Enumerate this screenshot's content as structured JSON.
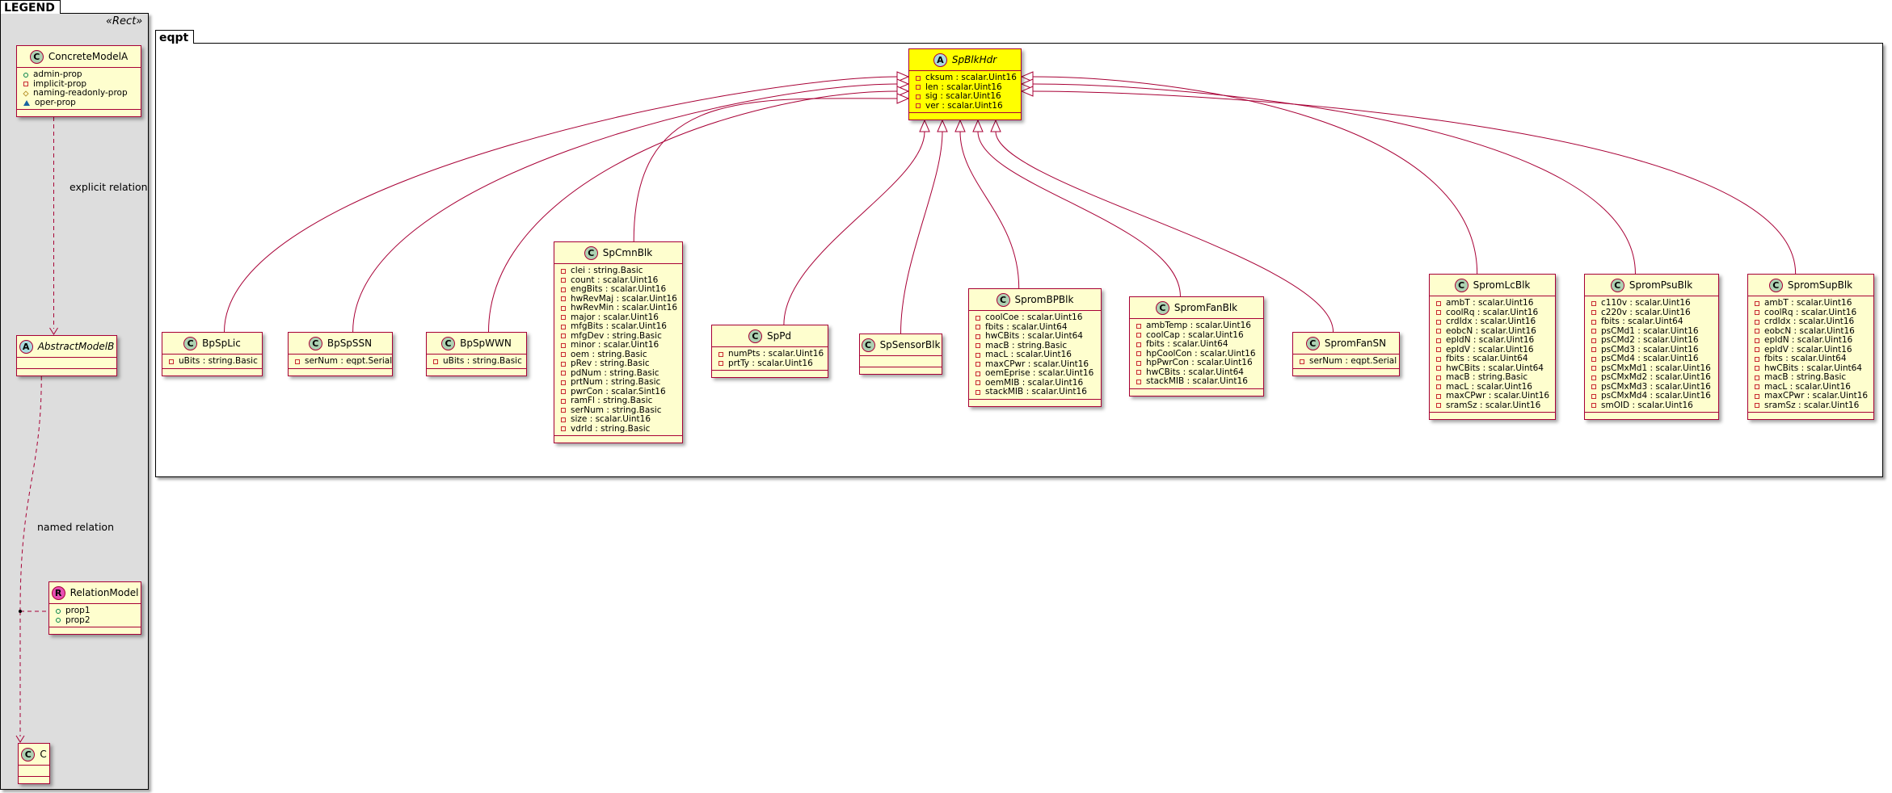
{
  "legend": {
    "title": "LEGEND",
    "stereotype": "«Rect»",
    "concrete": {
      "name": "ConcreteModelA",
      "kind": "C",
      "attrs": [
        {
          "vis": "pub",
          "text": "admin-prop"
        },
        {
          "vis": "priv",
          "text": "implicit-prop"
        },
        {
          "vis": "prot",
          "text": "naming-readonly-prop"
        },
        {
          "vis": "pkgv",
          "text": "oper-prop"
        }
      ]
    },
    "abstract": {
      "name": "AbstractModelB",
      "kind": "A",
      "attrs": []
    },
    "relation_model": {
      "name": "RelationModel",
      "kind": "R",
      "attrs": [
        {
          "vis": "pub",
          "text": "prop1"
        },
        {
          "vis": "pub",
          "text": "prop2"
        }
      ]
    },
    "c": {
      "name": "C",
      "kind": "C",
      "attrs": []
    },
    "explicit_relation": "explicit relation",
    "named_relation": "named relation"
  },
  "eqpt": {
    "title": "eqpt",
    "header": {
      "name": "SpBlkHdr",
      "kind": "A",
      "attrs": [
        "cksum : scalar.Uint16",
        "len : scalar.Uint16",
        "sig : scalar.Uint16",
        "ver : scalar.Uint16"
      ]
    },
    "classes": [
      {
        "name": "BpSpLic",
        "attrs": [
          "uBits : string.Basic"
        ]
      },
      {
        "name": "BpSpSSN",
        "attrs": [
          "serNum : eqpt.Serial"
        ]
      },
      {
        "name": "BpSpWWN",
        "attrs": [
          "uBits : string.Basic"
        ]
      },
      {
        "name": "SpCmnBlk",
        "attrs": [
          "clei : string.Basic",
          "count : scalar.Uint16",
          "engBits : scalar.Uint16",
          "hwRevMaj : scalar.Uint16",
          "hwRevMin : scalar.Uint16",
          "major : scalar.Uint16",
          "mfgBits : scalar.Uint16",
          "mfgDev : string.Basic",
          "minor : scalar.Uint16",
          "oem : string.Basic",
          "pRev : string.Basic",
          "pdNum : string.Basic",
          "prtNum : string.Basic",
          "pwrCon : scalar.Sint16",
          "ramFl : string.Basic",
          "serNum : string.Basic",
          "size : scalar.Uint16",
          "vdrId : string.Basic"
        ]
      },
      {
        "name": "SpPd",
        "attrs": [
          "numPts : scalar.Uint16",
          "prtTy : scalar.Uint16"
        ]
      },
      {
        "name": "SpSensorBlk",
        "attrs": []
      },
      {
        "name": "SpromBPBlk",
        "attrs": [
          "coolCoe : scalar.Uint16",
          "fbits : scalar.Uint64",
          "hwCBits : scalar.Uint64",
          "macB : string.Basic",
          "macL : scalar.Uint16",
          "maxCPwr : scalar.Uint16",
          "oemEprise : scalar.Uint16",
          "oemMIB : scalar.Uint16",
          "stackMIB : scalar.Uint16"
        ]
      },
      {
        "name": "SpromFanBlk",
        "attrs": [
          "ambTemp : scalar.Uint16",
          "coolCap : scalar.Uint16",
          "fbits : scalar.Uint64",
          "hpCoolCon : scalar.Uint16",
          "hpPwrCon : scalar.Uint16",
          "hwCBits : scalar.Uint64",
          "stackMIB : scalar.Uint16"
        ]
      },
      {
        "name": "SpromFanSN",
        "attrs": [
          "serNum : eqpt.Serial"
        ]
      },
      {
        "name": "SpromLcBlk",
        "attrs": [
          "ambT : scalar.Uint16",
          "coolRq : scalar.Uint16",
          "crdIdx : scalar.Uint16",
          "eobcN : scalar.Uint16",
          "epldN : scalar.Uint16",
          "epldV : scalar.Uint16",
          "fbits : scalar.Uint64",
          "hwCBits : scalar.Uint64",
          "macB : string.Basic",
          "macL : scalar.Uint16",
          "maxCPwr : scalar.Uint16",
          "sramSz : scalar.Uint16"
        ]
      },
      {
        "name": "SpromPsuBlk",
        "attrs": [
          "c110v : scalar.Uint16",
          "c220v : scalar.Uint16",
          "fbits : scalar.Uint64",
          "psCMd1 : scalar.Uint16",
          "psCMd2 : scalar.Uint16",
          "psCMd3 : scalar.Uint16",
          "psCMd4 : scalar.Uint16",
          "psCMxMd1 : scalar.Uint16",
          "psCMxMd2 : scalar.Uint16",
          "psCMxMd3 : scalar.Uint16",
          "psCMxMd4 : scalar.Uint16",
          "smOID : scalar.Uint16"
        ]
      },
      {
        "name": "SpromSupBlk",
        "attrs": [
          "ambT : scalar.Uint16",
          "coolRq : scalar.Uint16",
          "crdIdx : scalar.Uint16",
          "eobcN : scalar.Uint16",
          "epldN : scalar.Uint16",
          "epldV : scalar.Uint16",
          "fbits : scalar.Uint64",
          "hwCBits : scalar.Uint64",
          "macB : string.Basic",
          "macL : scalar.Uint16",
          "maxCPwr : scalar.Uint16",
          "sramSz : scalar.Uint16"
        ]
      }
    ]
  },
  "colors": {
    "border": "#a80036",
    "fill": "#fefece",
    "highlight": "#ffff00",
    "legend_bg": "#dddddd"
  }
}
